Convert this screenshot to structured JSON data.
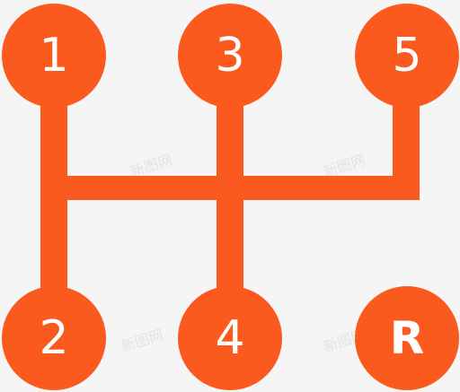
{
  "gear_shift_icon": {
    "accent_color": "#fa5a1e",
    "background_color": "#f5f5f5",
    "gears": [
      "1",
      "3",
      "5",
      "2",
      "4",
      "R"
    ],
    "watermark": "新图网"
  }
}
